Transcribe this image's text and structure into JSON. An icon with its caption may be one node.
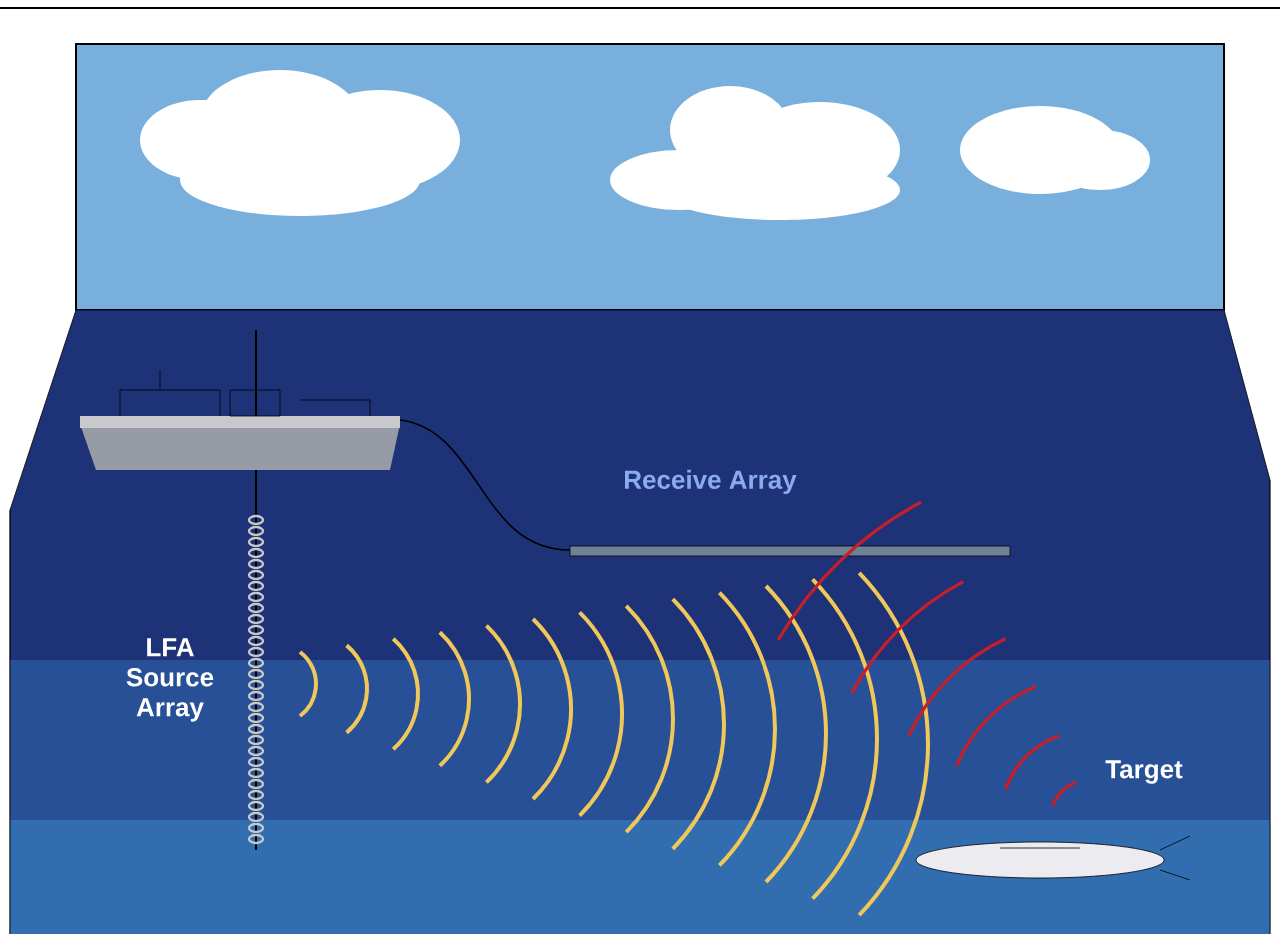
{
  "diagram": {
    "labels": [
      "Receive Array",
      "LFA Source Array",
      "Target"
    ]
  }
}
